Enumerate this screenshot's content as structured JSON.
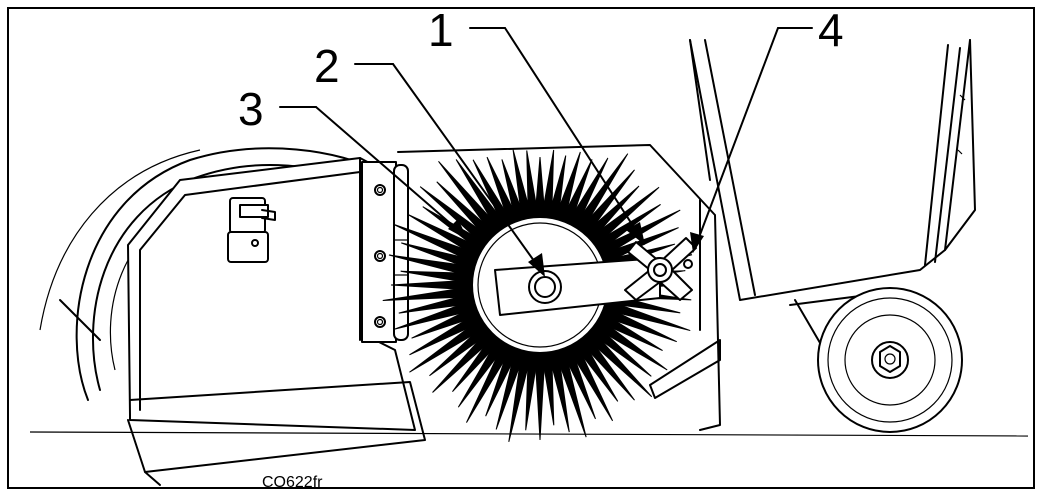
{
  "diagram": {
    "callouts": [
      {
        "id": "1",
        "label": "1"
      },
      {
        "id": "2",
        "label": "2"
      },
      {
        "id": "3",
        "label": "3"
      },
      {
        "id": "4",
        "label": "4"
      }
    ],
    "reference_code": "CO622fr",
    "colors": {
      "line": "#000000",
      "background": "#ffffff"
    }
  }
}
